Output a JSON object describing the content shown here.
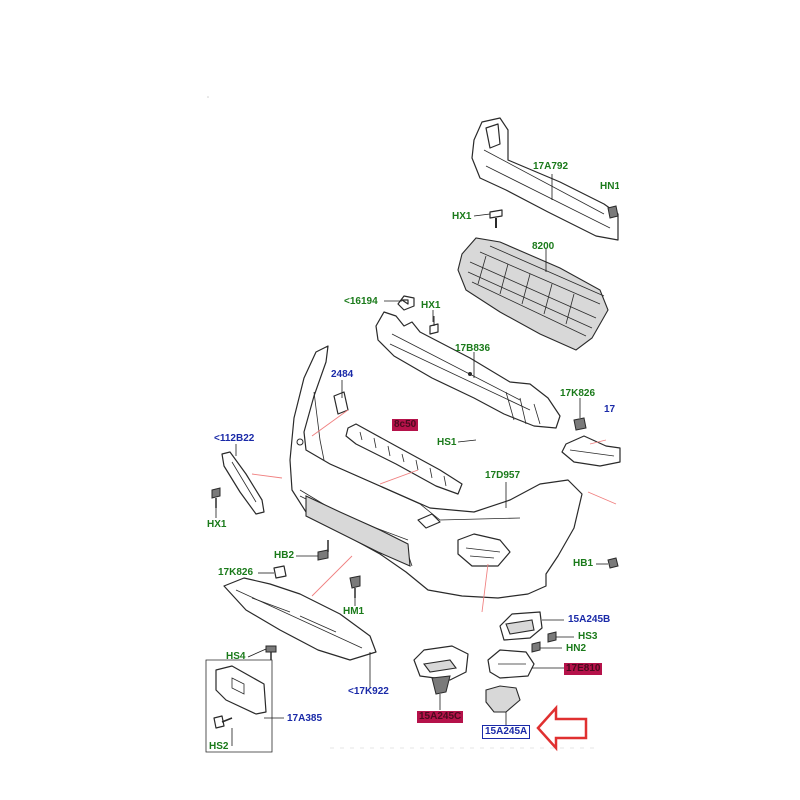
{
  "labels": {
    "l_17A792": "17A792",
    "l_HN1": "HN1",
    "l_HX1_top": "HX1",
    "l_8200": "8200",
    "l_16194": "<16194",
    "l_HX1_mid": "HX1",
    "l_17B836": "17B836",
    "l_2484": "2484",
    "l_17K826_r": "17K826",
    "l_17_cut": "17",
    "l_112B22": "<112B22",
    "l_8c50": "8c50",
    "l_HS1": "HS1",
    "l_17D957": "17D957",
    "l_HX1_left": "HX1",
    "l_HB2": "HB2",
    "l_HB1": "HB1",
    "l_17K826_l": "17K826",
    "l_HM1": "HM1",
    "l_15A245B": "15A245B",
    "l_HS3": "HS3",
    "l_HN2": "HN2",
    "l_HS4": "HS4",
    "l_17E810": "17E810",
    "l_17K922": "<17K922",
    "l_17A385": "17A385",
    "l_15A245C": "15A245C",
    "l_15A245A": "15A245A",
    "l_HS2": "HS2"
  },
  "colors": {
    "callout_green": "#1a7a1a",
    "callout_blue": "#1a2aa8",
    "highlight_red": "#b5124a",
    "arrow_red": "#e03030",
    "leader_pink": "#f08080"
  },
  "highlight_arrow": {
    "points_to": "15A245A",
    "icon": "hollow-left-arrow"
  }
}
